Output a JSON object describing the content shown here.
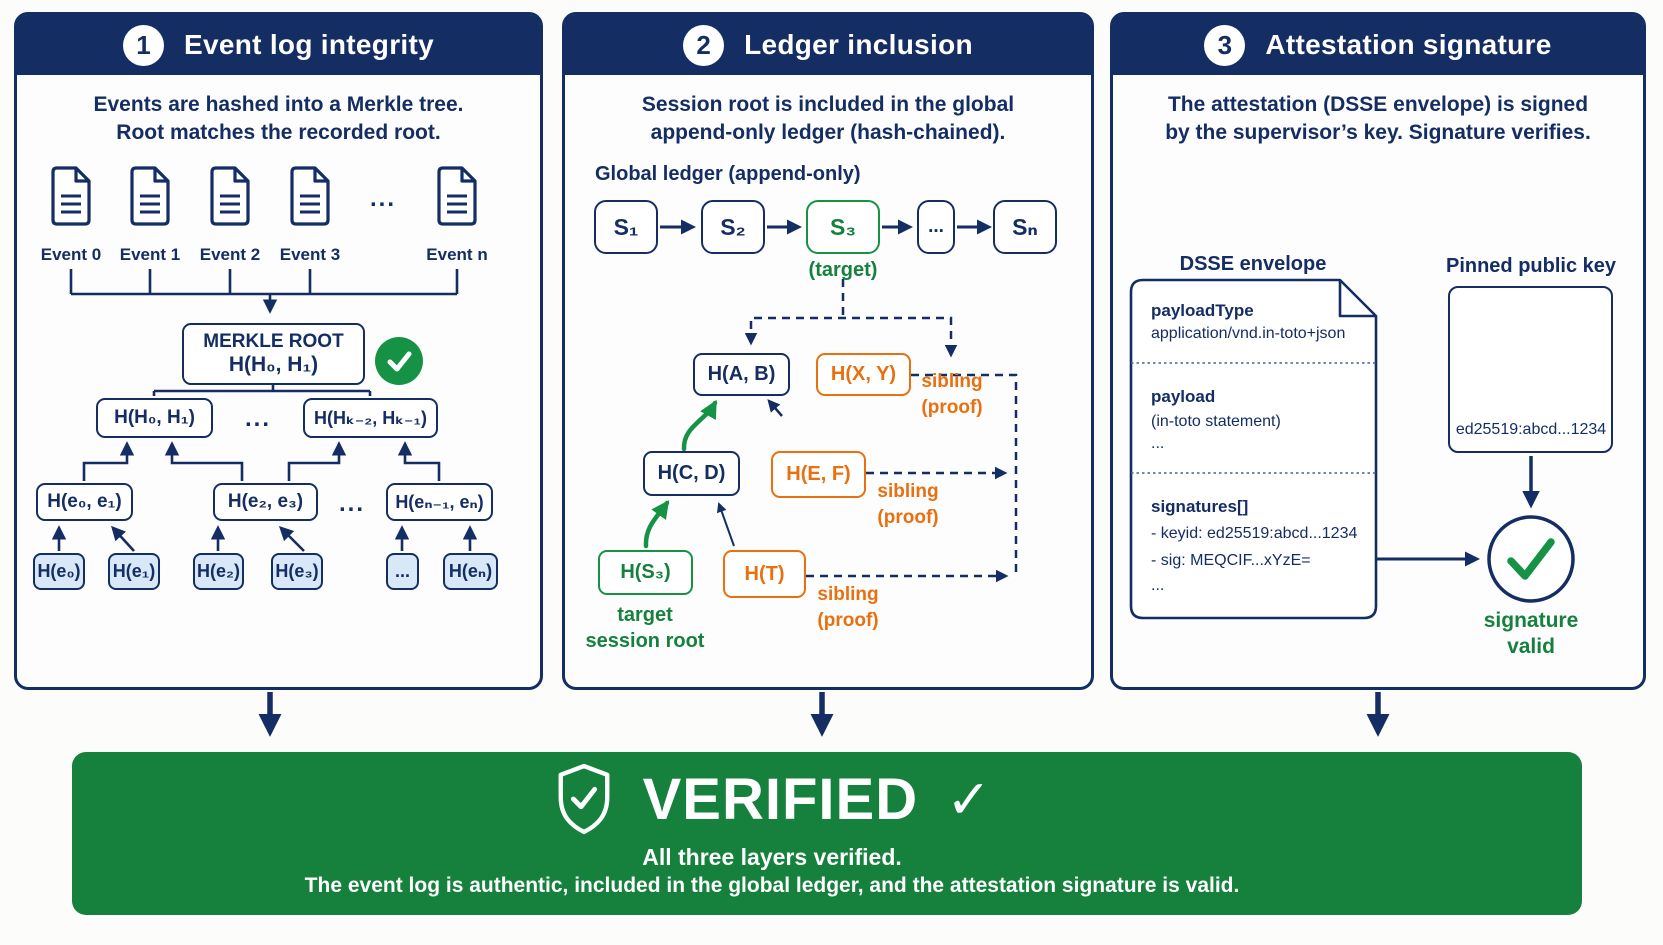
{
  "colors": {
    "navy": "#142d63",
    "green": "#15813c",
    "orange": "#e8700f",
    "leaf_blue": "#d9e8f8"
  },
  "panel1": {
    "number": "1",
    "title": "Event log integrity",
    "subtitle1": "Events are hashed into a Merkle tree.",
    "subtitle2": "Root matches the recorded root.",
    "events": [
      "Event 0",
      "Event 1",
      "Event 2",
      "Event 3",
      "Event n"
    ],
    "dots": "...",
    "root_label": "MERKLE ROOT",
    "root_hash": "H(H₀, H₁)",
    "level2": [
      "H(H₀, H₁)",
      "H(Hₖ₋₂, Hₖ₋₁)"
    ],
    "level3": [
      "H(e₀, e₁)",
      "H(e₂, e₃)",
      "H(eₙ₋₁, eₙ)"
    ],
    "leaves": [
      "H(e₀)",
      "H(e₁)",
      "H(e₂)",
      "H(e₃)",
      "...",
      "H(eₙ)"
    ]
  },
  "panel2": {
    "number": "2",
    "title": "Ledger inclusion",
    "subtitle1": "Session root is included in the global",
    "subtitle2": "append-only ledger (hash-chained).",
    "ledger_label": "Global ledger (append-only)",
    "chain": [
      "S₁",
      "S₂",
      "S₃",
      "...",
      "Sₙ"
    ],
    "target_label": "(target)",
    "hab": "H(A, B)",
    "hxy": "H(X, Y)",
    "hcd": "H(C, D)",
    "hef": "H(E, F)",
    "hs3": "H(S₃)",
    "ht": "H(T)",
    "sibling1": "sibling",
    "sibling2": "(proof)",
    "target_root1": "target",
    "target_root2": "session root"
  },
  "panel3": {
    "number": "3",
    "title": "Attestation signature",
    "subtitle1": "The attestation (DSSE envelope) is signed",
    "subtitle2": "by the supervisor’s key. Signature verifies.",
    "envelope_label": "DSSE envelope",
    "pinned_key_label": "Pinned public key",
    "payload_type_key": "payloadType",
    "payload_type_value": "application/vnd.in-toto+json",
    "payload_key": "payload",
    "payload_value": "(in-toto statement)",
    "ellipsis": "...",
    "signatures_key": "signatures[]",
    "keyid_line": "- keyid: ed25519:abcd...1234",
    "sig_line": "- sig: MEQCIF...xYzE=",
    "pinned_key_id": "ed25519:abcd...1234",
    "valid1": "signature",
    "valid2": "valid"
  },
  "banner": {
    "verified": "VERIFIED",
    "check": "✓",
    "line1": "All three layers verified.",
    "line2": "The event log is authentic, included in the global ledger, and the attestation signature is valid."
  }
}
